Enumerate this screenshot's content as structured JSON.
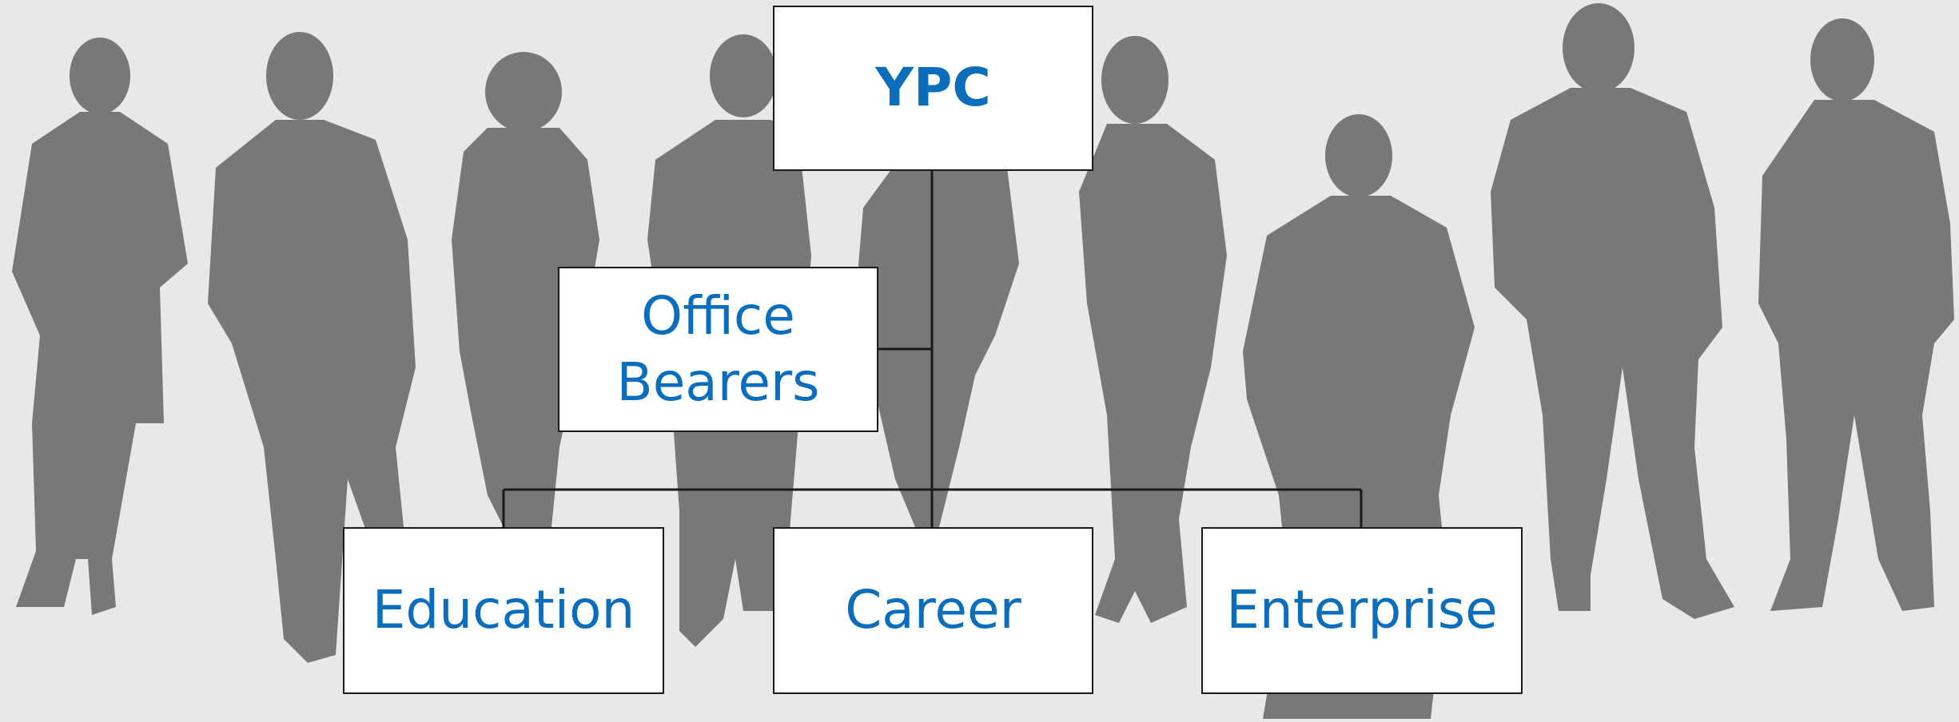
{
  "colors": {
    "background": "#e8e8e8",
    "silhouette": "#787878",
    "box_fill": "#ffffff",
    "box_border": "#1a1a1a",
    "text": "#0b6ebd",
    "connector": "#1a1a1a"
  },
  "background_image": "silhouettes-of-business-people",
  "org_chart": {
    "root": {
      "label": "YPC"
    },
    "assistant": {
      "label_line1": "Office",
      "label_line2": "Bearers"
    },
    "children": [
      {
        "label": "Education"
      },
      {
        "label": "Career"
      },
      {
        "label": "Enterprise"
      }
    ]
  }
}
